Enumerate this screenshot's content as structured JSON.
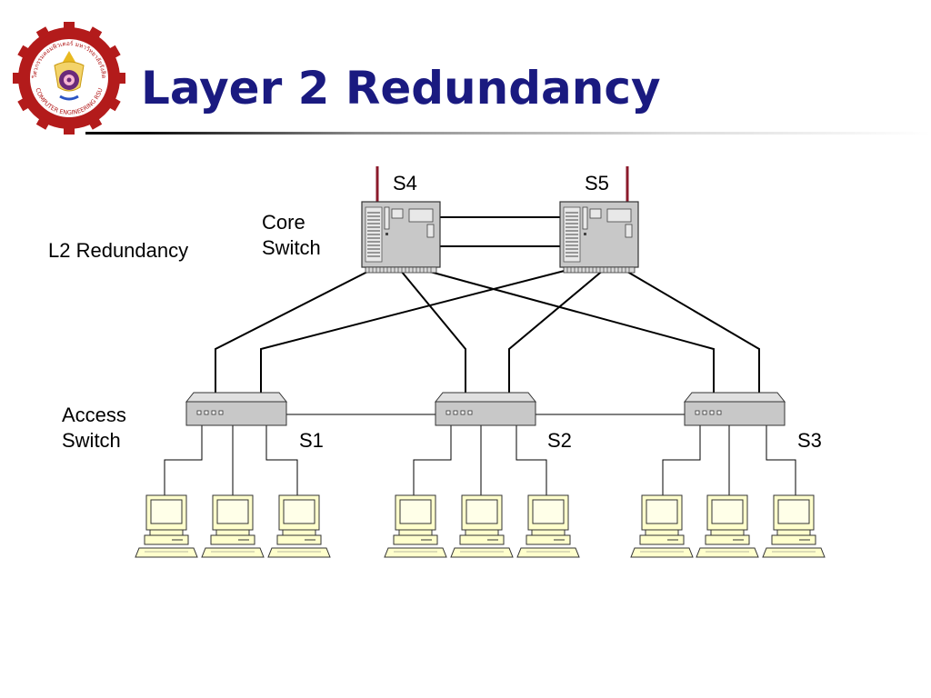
{
  "slide": {
    "title": "Layer 2 Redundancy",
    "logo": {
      "icon": "university-seal-icon",
      "top_text": "วิศวกรรมคอมพิวเตอร์ มหาวิทยาลัยรังสิต",
      "bottom_text": "COMPUTER ENGINEERING RSU",
      "colors": {
        "ring": "#b31b1b",
        "inner": "#ffffff",
        "accent": "#6b2a7a",
        "gold": "#e8b920"
      }
    },
    "labels": {
      "l2_redundancy": "L2 Redundancy",
      "core_switch": "Core\nSwitch",
      "access_switch": "Access\nSwitch"
    },
    "devices": {
      "core": [
        "S4",
        "S5"
      ],
      "access": [
        "S1",
        "S2",
        "S3"
      ]
    },
    "colors": {
      "title": "#1a1a80",
      "uplink": "#8b1a2b",
      "switch_body": "#c8c8c8",
      "pc_body": "#ffffcc"
    }
  }
}
